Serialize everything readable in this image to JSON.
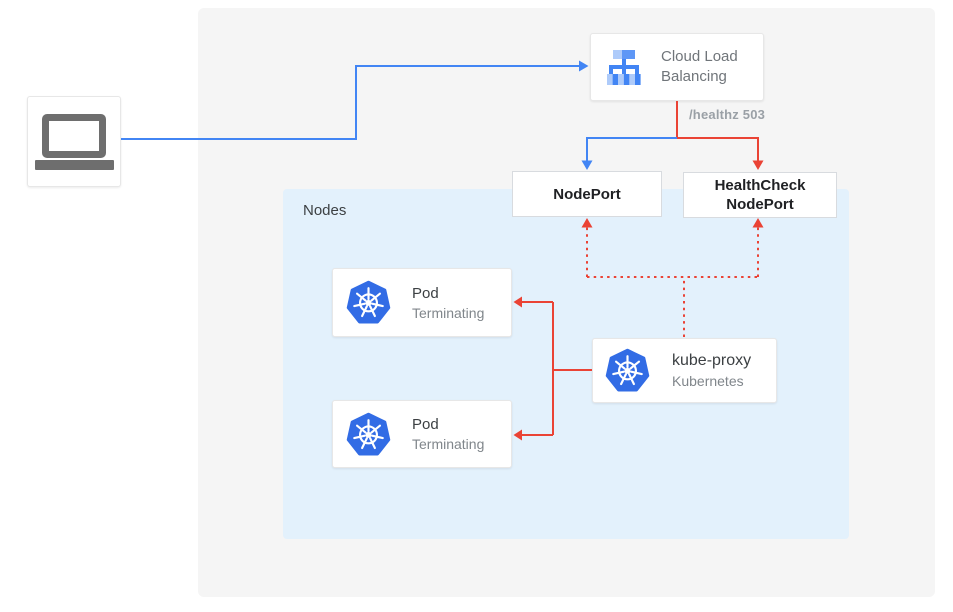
{
  "client": {
    "icon": "laptop-icon"
  },
  "cloud_load_balancing": {
    "icon": "cloud-load-balancing-icon",
    "title": "Cloud Load\nBalancing"
  },
  "healthz_label": "/healthz 503",
  "nodes": {
    "label": "Nodes",
    "nodeport": {
      "label": "NodePort"
    },
    "healthcheck_nodeport": {
      "label": "HealthCheck\nNodePort"
    },
    "pods": [
      {
        "icon": "kubernetes-icon",
        "title": "Pod",
        "status": "Terminating"
      },
      {
        "icon": "kubernetes-icon",
        "title": "Pod",
        "status": "Terminating"
      }
    ],
    "kube_proxy": {
      "icon": "kubernetes-icon",
      "title": "kube-proxy",
      "subtitle": "Kubernetes"
    }
  },
  "colors": {
    "traffic_blue": "#4285F4",
    "healthcheck_red": "#EA4335",
    "panel_bg": "#f5f5f5",
    "nodes_bg": "#e3f1fc",
    "kubernetes_blue": "#326CE5",
    "icon_gray": "#6e6e6e"
  }
}
